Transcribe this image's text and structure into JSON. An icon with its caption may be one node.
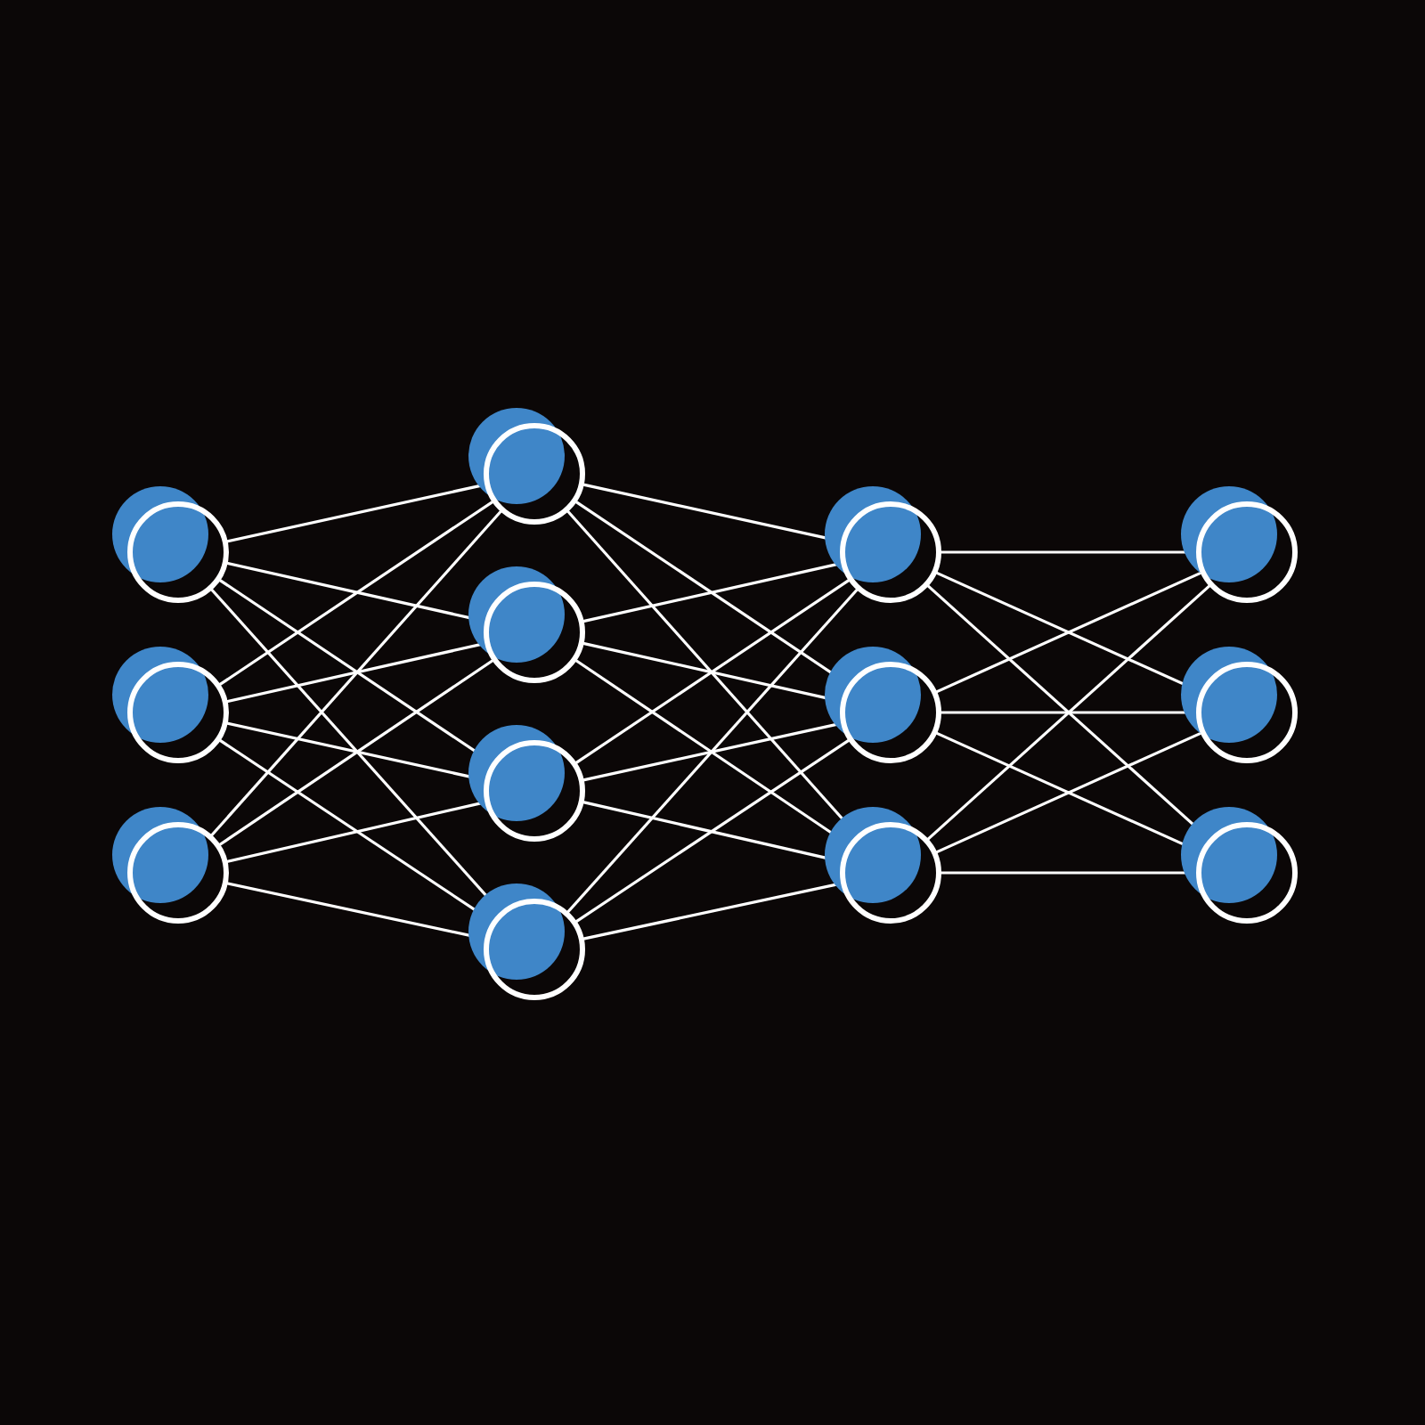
{
  "diagram": {
    "nodes": [
      {
        "text": [],
        "shape": "circle"
      },
      {
        "text": [],
        "shape": "circle"
      },
      {
        "text": [],
        "shape": "circle"
      },
      {
        "text": [],
        "shape": "circle"
      },
      {
        "text": [],
        "shape": "circle"
      },
      {
        "text": [],
        "shape": "circle"
      },
      {
        "text": [],
        "shape": "circle"
      },
      {
        "text": [],
        "shape": "circle"
      },
      {
        "text": [],
        "shape": "circle"
      },
      {
        "text": [],
        "shape": "circle"
      },
      {
        "text": [],
        "shape": "circle"
      },
      {
        "text": [],
        "shape": "circle"
      },
      {
        "text": [],
        "shape": "circle"
      }
    ],
    "edges": [
      {
        "from": 0,
        "to": 3,
        "arrow": "none"
      },
      {
        "from": 0,
        "to": 4,
        "arrow": "none"
      },
      {
        "from": 0,
        "to": 5,
        "arrow": "none"
      },
      {
        "from": 0,
        "to": 6,
        "arrow": "none"
      },
      {
        "from": 1,
        "to": 3,
        "arrow": "none"
      },
      {
        "from": 1,
        "to": 4,
        "arrow": "none"
      },
      {
        "from": 1,
        "to": 5,
        "arrow": "none"
      },
      {
        "from": 1,
        "to": 6,
        "arrow": "none"
      },
      {
        "from": 2,
        "to": 3,
        "arrow": "none"
      },
      {
        "from": 2,
        "to": 4,
        "arrow": "none"
      },
      {
        "from": 2,
        "to": 5,
        "arrow": "none"
      },
      {
        "from": 2,
        "to": 6,
        "arrow": "none"
      },
      {
        "from": 3,
        "to": 7,
        "arrow": "none"
      },
      {
        "from": 3,
        "to": 8,
        "arrow": "none"
      },
      {
        "from": 3,
        "to": 9,
        "arrow": "none"
      },
      {
        "from": 4,
        "to": 7,
        "arrow": "none"
      },
      {
        "from": 4,
        "to": 8,
        "arrow": "none"
      },
      {
        "from": 4,
        "to": 9,
        "arrow": "none"
      },
      {
        "from": 5,
        "to": 7,
        "arrow": "none"
      },
      {
        "from": 5,
        "to": 8,
        "arrow": "none"
      },
      {
        "from": 5,
        "to": 9,
        "arrow": "none"
      },
      {
        "from": 6,
        "to": 7,
        "arrow": "none"
      },
      {
        "from": 6,
        "to": 8,
        "arrow": "none"
      },
      {
        "from": 6,
        "to": 9,
        "arrow": "none"
      },
      {
        "from": 7,
        "to": 10,
        "arrow": "none"
      },
      {
        "from": 7,
        "to": 11,
        "arrow": "none"
      },
      {
        "from": 7,
        "to": 12,
        "arrow": "none"
      },
      {
        "from": 8,
        "to": 10,
        "arrow": "none"
      },
      {
        "from": 8,
        "to": 11,
        "arrow": "none"
      },
      {
        "from": 8,
        "to": 12,
        "arrow": "none"
      },
      {
        "from": 9,
        "to": 10,
        "arrow": "none"
      },
      {
        "from": 9,
        "to": 11,
        "arrow": "none"
      },
      {
        "from": 9,
        "to": 12,
        "arrow": "none"
      }
    ]
  }
}
